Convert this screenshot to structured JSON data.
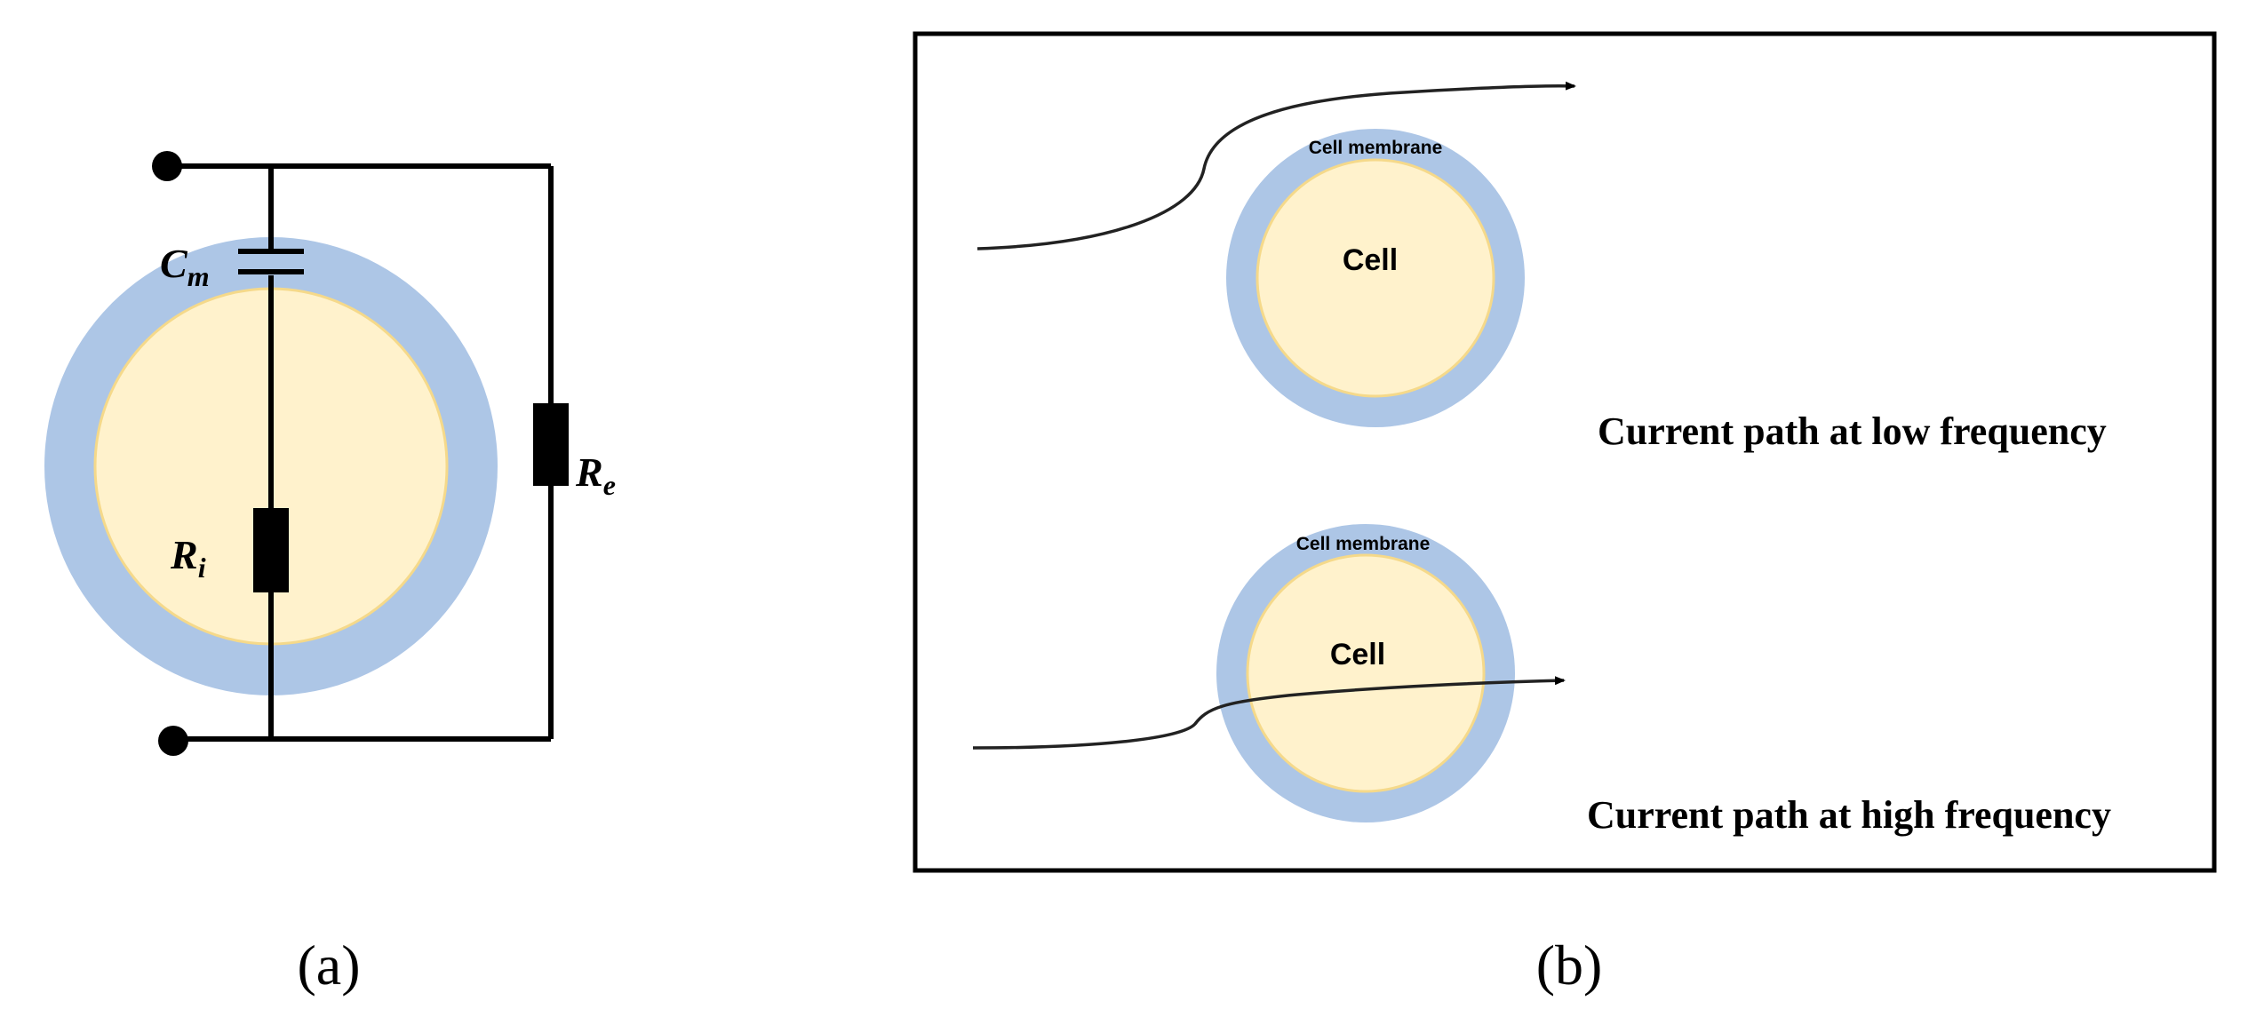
{
  "colors": {
    "membrane": "#adc6e6",
    "cytoplasm": "#fff2cc",
    "cytoplasm_edge": "#f5d98a",
    "wire": "#000000",
    "frame": "#000000"
  },
  "panel_a": {
    "caption": "(a)",
    "capacitor_label": {
      "base": "C",
      "sub": "m"
    },
    "intracellular_resistor_label": {
      "base": "R",
      "sub": "i"
    },
    "extracellular_resistor_label": {
      "base": "R",
      "sub": "e"
    }
  },
  "panel_b": {
    "caption": "(b)",
    "low_frequency": {
      "membrane_label": "Cell membrane",
      "cell_label": "Cell",
      "description": "Current path at low frequency"
    },
    "high_frequency": {
      "membrane_label": "Cell membrane",
      "cell_label": "Cell",
      "description": "Current path at high frequency"
    }
  }
}
